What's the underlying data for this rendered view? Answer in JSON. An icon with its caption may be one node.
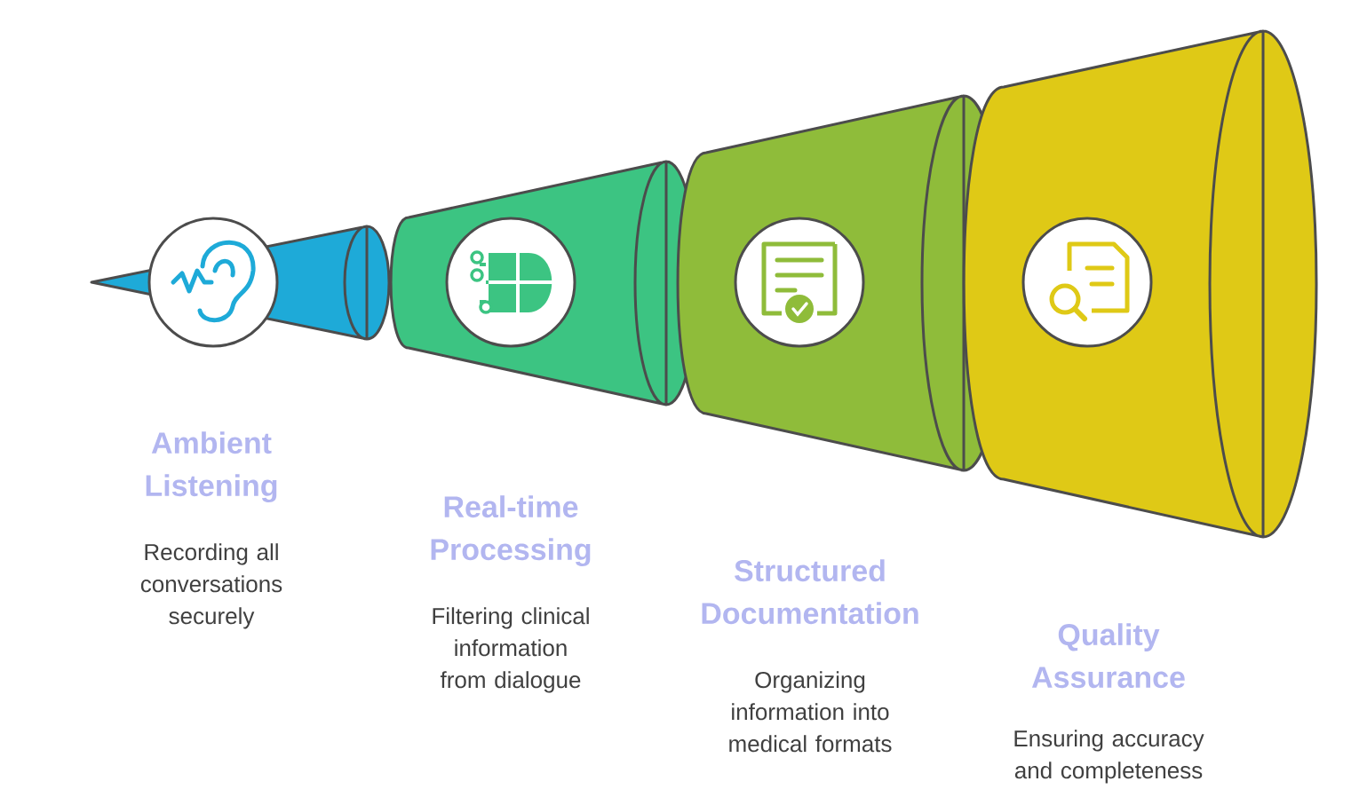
{
  "diagram": {
    "nodes": [
      {
        "text": [
          "Ambient Listening",
          "Recording all conversations securely"
        ]
      },
      {
        "text": [
          "Real-time Processing",
          "Filtering clinical information from dialogue"
        ]
      },
      {
        "text": [
          "Structured Documentation",
          "Organizing information into medical formats"
        ]
      },
      {
        "text": [
          "Quality Assurance",
          "Ensuring accuracy and completeness"
        ]
      }
    ]
  }
}
